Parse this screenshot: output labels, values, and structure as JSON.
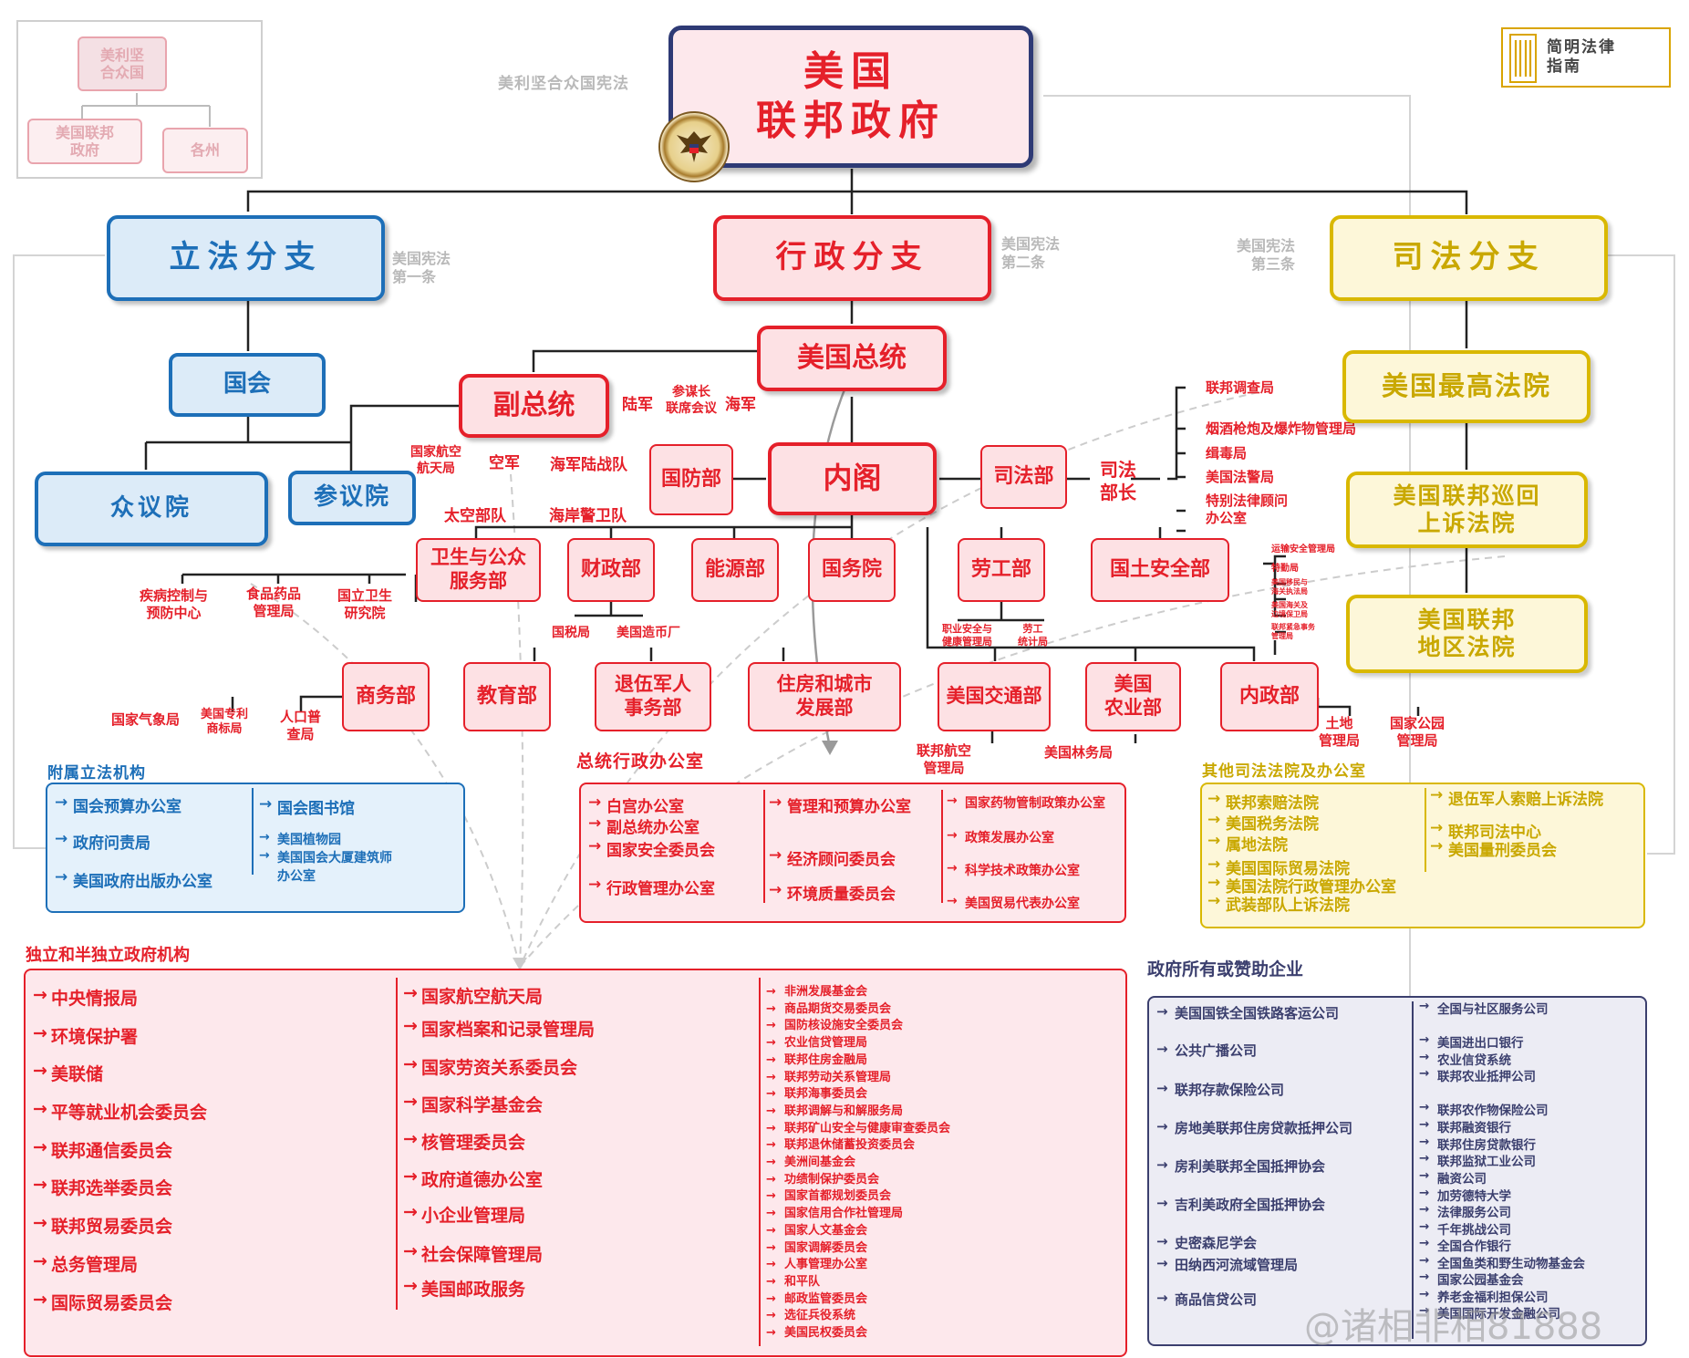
{
  "colors": {
    "legislative": "#1d6fb8",
    "executive": "#e5202a",
    "judicial": "#d9b800",
    "enterprise": "#3b3f6e",
    "gray": "#b9b9b9"
  },
  "mini_map": {
    "top": "美利坚\n合众国",
    "left": "美国联邦\n政府",
    "right": "各州"
  },
  "brand": {
    "name": "简明法律\n指南",
    "logo_icon": "sg-pillar-logo"
  },
  "top": {
    "title": "美国\n联邦政府",
    "constitution": "美利坚合众国宪法",
    "seal_icon": "us-seal-icon"
  },
  "branches": {
    "legislative": {
      "title": "立法分支",
      "article": "美国宪法\n第一条"
    },
    "executive": {
      "title": "行政分支",
      "article": "美国宪法\n第二条"
    },
    "judicial": {
      "title": "司法分支",
      "article": "美国宪法\n第三条"
    }
  },
  "legislative": {
    "congress": "国会",
    "house": "众议院",
    "senate": "参议院"
  },
  "executive": {
    "president": "美国总统",
    "vice_president": "副总统",
    "cabinet": "内阁",
    "defense": "国防部",
    "justice": "司法部",
    "attorney_general": "司法\n部长",
    "army": "陆军",
    "joint_chiefs": "参谋长\n联席会议",
    "navy": "海军",
    "nasa_short": "国家航空\n航天局",
    "air_force": "空军",
    "marines": "海军陆战队",
    "space_force": "太空部队",
    "coast_guard": "海岸警卫队",
    "dept_row1": [
      "卫生与公众\n服务部",
      "财政部",
      "能源部",
      "国务院",
      "劳工部",
      "国土安全部"
    ],
    "hhs_sub": [
      "疾病控制与\n预防中心",
      "食品药品\n管理局",
      "国立卫生\n研究院"
    ],
    "treasury_sub": [
      "国税局",
      "美国造币厂"
    ],
    "labor_sub": [
      "职业安全与\n健康管理局",
      "劳工\n统计局"
    ],
    "dhs_sub": [
      "运输安全管理局",
      "特勤局",
      "美国移民与\n海关执法局",
      "美国海关及\n边境保卫局",
      "联邦紧急事务\n管理局"
    ],
    "dept_row2": [
      "商务部",
      "教育部",
      "退伍军人\n事务部",
      "住房和城市\n发展部",
      "美国交通部",
      "美国\n农业部",
      "内政部"
    ],
    "commerce_sub": [
      "国家气象局",
      "美国专利\n商标局",
      "人口普\n查局"
    ],
    "dot_sub": "联邦航空\n管理局",
    "usda_sub": "美国林务局",
    "interior_sub": [
      "土地\n管理局",
      "国家公园\n管理局"
    ],
    "doj_sub": [
      "联邦调查局",
      "烟酒枪炮及爆炸物管理局",
      "缉毒局",
      "美国法警局",
      "特别法律顾问\n办公室"
    ]
  },
  "judicial": {
    "supreme": "美国最高法院",
    "appeals": "美国联邦巡回\n上诉法院",
    "district": "美国联邦\n地区法院"
  },
  "leg_agencies": {
    "title": "附属立法机构",
    "col1": [
      "国会预算办公室",
      "政府问责局",
      "美国政府出版办公室"
    ],
    "col2": [
      "国会图书馆",
      "美国植物园",
      "美国国会大厦建筑师\n办公室"
    ]
  },
  "eop": {
    "title": "总统行政办公室",
    "col1": [
      "白宫办公室",
      "副总统办公室",
      "国家安全委员会",
      "行政管理办公室"
    ],
    "col2": [
      "管理和预算办公室",
      "经济顾问委员会",
      "环境质量委员会"
    ],
    "col3": [
      "国家药物管制政策办公室",
      "政策发展办公室",
      "科学技术政策办公室",
      "美国贸易代表办公室"
    ]
  },
  "other_courts": {
    "title": "其他司法法院及办公室",
    "col1": [
      "联邦索赔法院",
      "美国税务法院",
      "属地法院",
      "美国国际贸易法院",
      "美国法院行政管理办公室",
      "武装部队上诉法院"
    ],
    "col2": [
      "退伍军人索赔上诉法院",
      "联邦司法中心",
      "美国量刑委员会"
    ]
  },
  "independent": {
    "title": "独立和半独立政府机构",
    "col1": [
      "中央情报局",
      "环境保护署",
      "美联储",
      "平等就业机会委员会",
      "联邦通信委员会",
      "联邦选举委员会",
      "联邦贸易委员会",
      "总务管理局",
      "国际贸易委员会"
    ],
    "col2": [
      "国家航空航天局",
      "国家档案和记录管理局",
      "国家劳资关系委员会",
      "国家科学基金会",
      "核管理委员会",
      "政府道德办公室",
      "小企业管理局",
      "社会保障管理局",
      "美国邮政服务"
    ],
    "col3": [
      "非洲发展基金会",
      "商品期货交易委员会",
      "国防核设施安全委员会",
      "农业信贷管理局",
      "联邦住房金融局",
      "联邦劳动关系管理局",
      "联邦海事委员会",
      "联邦调解与和解服务局",
      "联邦矿山安全与健康审查委员会",
      "联邦退休储蓄投资委员会",
      "美洲间基金会",
      "功绩制保护委员会",
      "国家首都规划委员会",
      "国家信用合作社管理局",
      "国家人文基金会",
      "国家调解委员会",
      "人事管理办公室",
      "和平队",
      "邮政监管委员会",
      "选征兵役系统",
      "美国民权委员会"
    ]
  },
  "enterprises": {
    "title": "政府所有或赞助企业",
    "col1": [
      "美国国铁全国铁路客运公司",
      "公共广播公司",
      "联邦存款保险公司",
      "房地美联邦住房贷款抵押公司",
      "房利美联邦全国抵押协会",
      "吉利美政府全国抵押协会",
      "史密森尼学会",
      "田纳西河流域管理局",
      "商品信贷公司"
    ],
    "col2": [
      "全国与社区服务公司",
      "美国进出口银行",
      "农业信贷系统",
      "联邦农业抵押公司",
      "联邦农作物保险公司",
      "联邦融资银行",
      "联邦住房贷款银行",
      "联邦监狱工业公司",
      "融资公司",
      "加劳德特大学",
      "法律服务公司",
      "千年挑战公司",
      "全国合作银行",
      "全国鱼类和野生动物基金会",
      "国家公园基金会",
      "养老金福利担保公司",
      "美国国际开发金融公司"
    ]
  },
  "watermark": "@诸相非相81888"
}
